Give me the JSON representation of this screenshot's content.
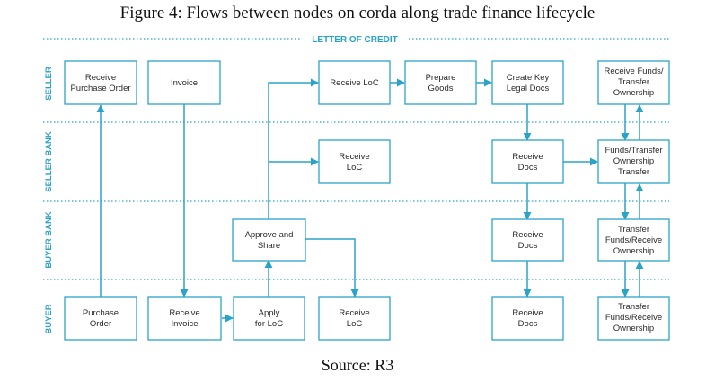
{
  "title": "Figure 4: Flows between nodes on corda along trade finance lifecycle",
  "section_header": "LETTER OF CREDIT",
  "lanes": [
    "SELLER",
    "SELLER BANK",
    "BUYER BANK",
    "BUYER"
  ],
  "nodes": {
    "receive_po": [
      "Receive",
      "Purchase Order"
    ],
    "invoice": [
      "Invoice"
    ],
    "seller_receive_loc": [
      "Receive LoC"
    ],
    "prepare_goods": [
      "Prepare",
      "Goods"
    ],
    "create_key_docs": [
      "Create Key",
      "Legal Docs"
    ],
    "receive_funds": [
      "Receive Funds/",
      "Transfer",
      "Ownership"
    ],
    "sbank_receive_loc": [
      "Receive",
      "LoC"
    ],
    "sbank_receive_docs": [
      "Receive",
      "Docs"
    ],
    "sbank_funds_transfer": [
      "Funds/Transfer",
      "Ownership",
      "Transfer"
    ],
    "approve_share": [
      "Approve and",
      "Share"
    ],
    "bbank_receive_docs": [
      "Receive",
      "Docs"
    ],
    "bbank_transfer_funds": [
      "Transfer",
      "Funds/Receive",
      "Ownership"
    ],
    "purchase_order": [
      "Purchase",
      "Order"
    ],
    "receive_invoice": [
      "Receive",
      "Invoice"
    ],
    "apply_loc": [
      "Apply",
      "for LoC"
    ],
    "buyer_receive_loc": [
      "Receive",
      "LoC"
    ],
    "buyer_receive_docs": [
      "Receive",
      "Docs"
    ],
    "buyer_transfer_funds": [
      "Transfer",
      "Funds/Receive",
      "Ownership"
    ]
  },
  "source": "Source: R3",
  "colors": {
    "accent": "#2ba3c9",
    "text": "#2a2a2a"
  }
}
